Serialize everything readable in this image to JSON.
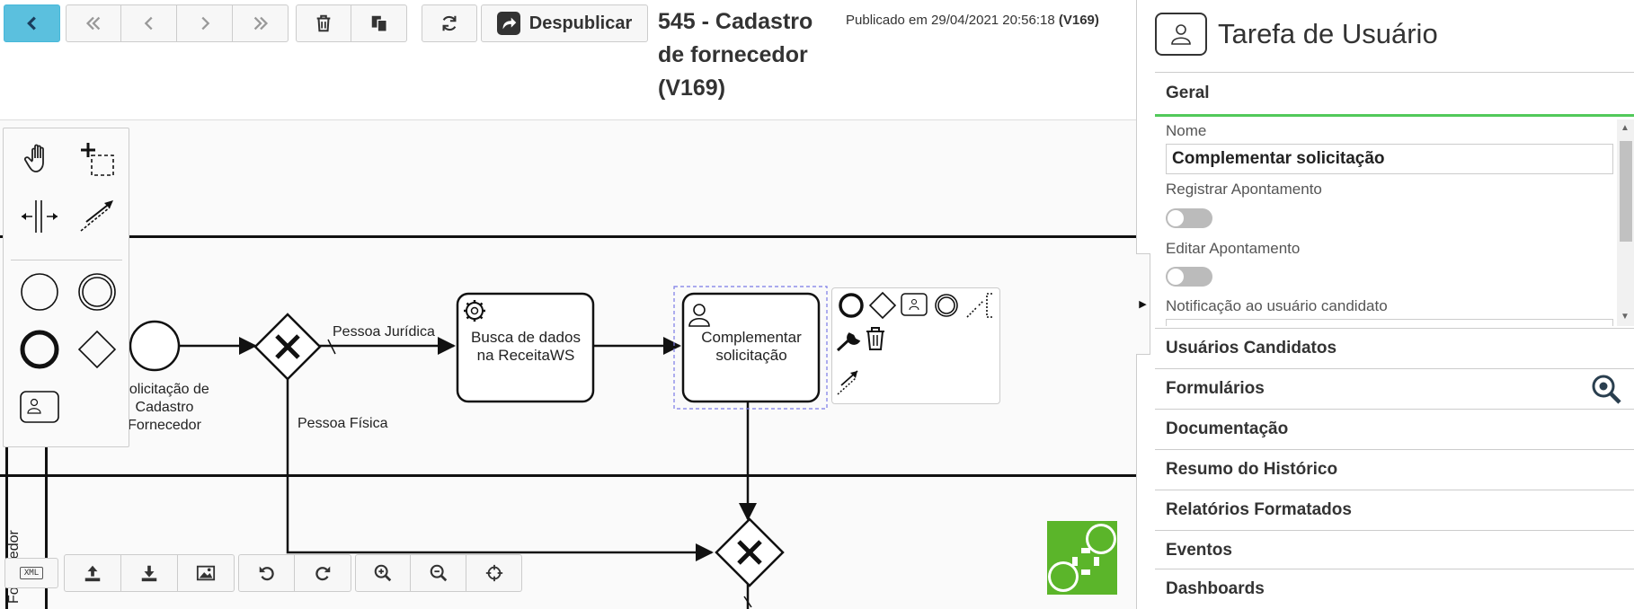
{
  "toolbar": {
    "unpublish_label": "Despublicar",
    "title": "545 - Cadastro de fornecedor (V169)",
    "published_prefix": "Publicado em 29/04/2021 20:56:18",
    "published_version": "(V169)"
  },
  "diagram": {
    "start_event_label": "Solicitação de Cadastro Fornecedor",
    "flow_pj": "Pessoa Jurídica",
    "flow_pf": "Pessoa Física",
    "task_service": "Busca de dados na ReceitaWS",
    "task_user": "Complementar solicitação",
    "lane_label": "Fornecedor"
  },
  "bottom": {
    "xml_label": "XML"
  },
  "panel": {
    "title": "Tarefa de Usuário",
    "group_geral": "Geral",
    "fields": {
      "name_label": "Nome",
      "name_value": "Complementar solicitação",
      "register_label": "Registrar Apontamento",
      "edit_label": "Editar Apontamento",
      "notify_label": "Notificação ao usuário candidato"
    },
    "groups": [
      "Usuários Candidatos",
      "Formulários",
      "Documentação",
      "Resumo do Histórico",
      "Relatórios Formatados",
      "Eventos",
      "Dashboards"
    ]
  },
  "colors": {
    "accent_green": "#52c95a",
    "back_button": "#5bc0de",
    "logo_green": "#5bb52a"
  }
}
